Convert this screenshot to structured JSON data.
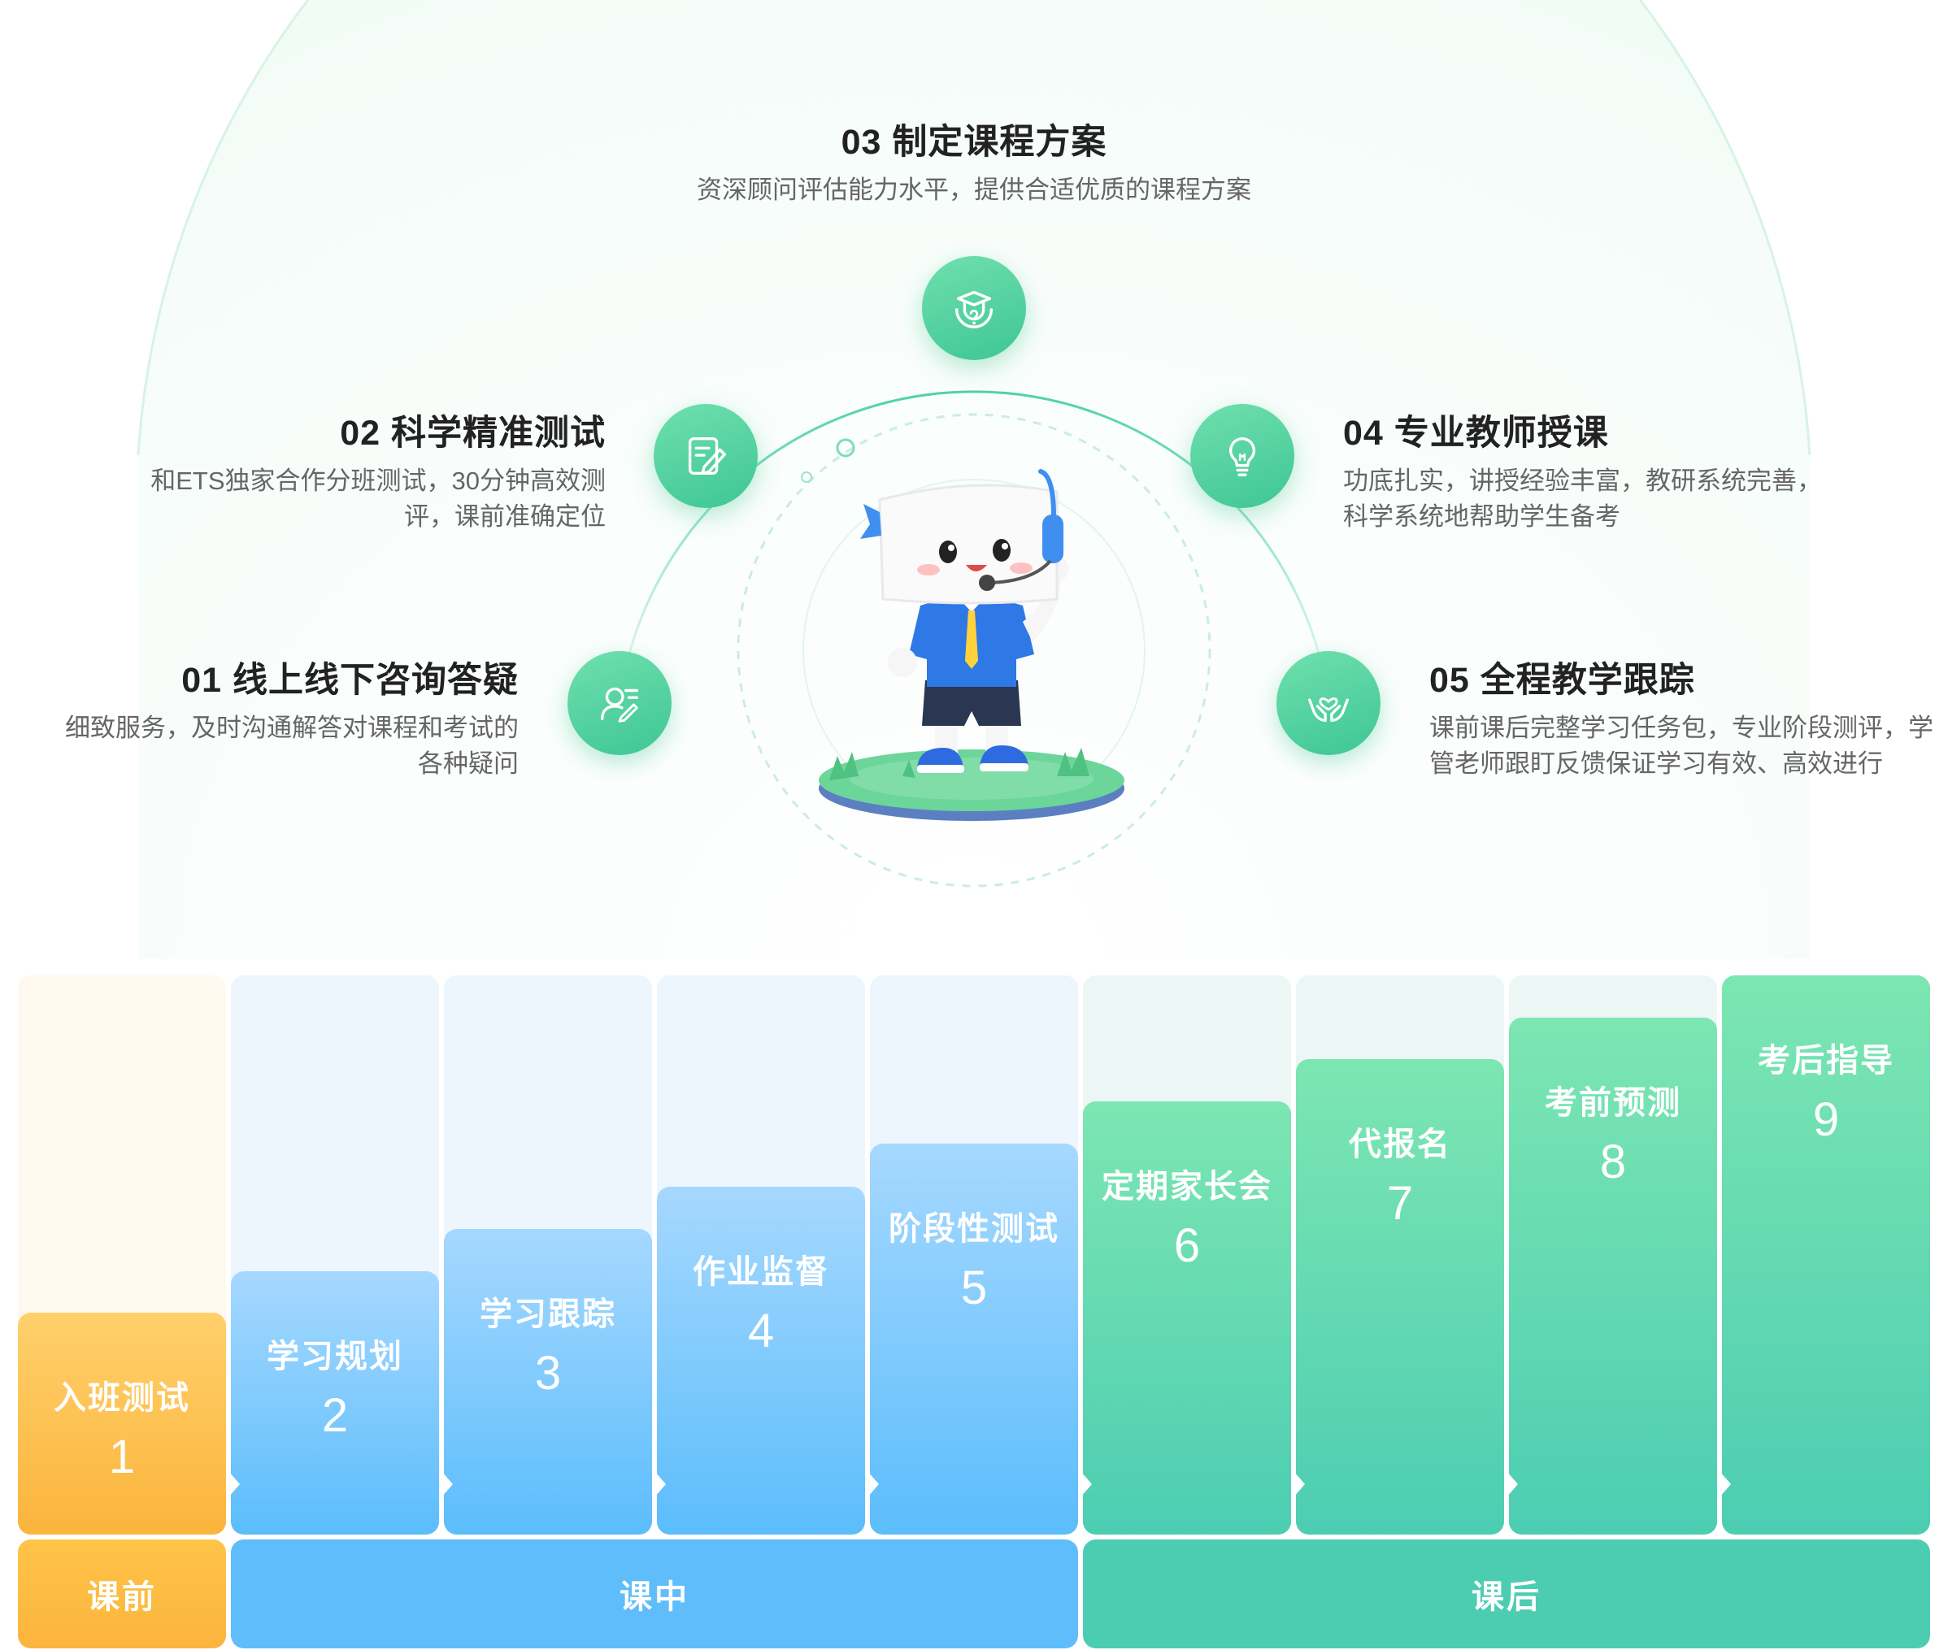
{
  "colors": {
    "green_start": "#7de6b2",
    "green_end": "#4ccdb2",
    "blue_start": "#a6d8ff",
    "blue_end": "#5bbdfb",
    "orange_start": "#ffd06b",
    "orange_end": "#fbb43c"
  },
  "steps": [
    {
      "title": "01 线上线下咨询答疑",
      "desc": "细致服务，及时沟通解答对课程和考试的各种疑问",
      "icon": "user-chat-icon"
    },
    {
      "title": "02 科学精准测试",
      "desc": "和ETS独家合作分班测试，30分钟高效测评，课前准确定位",
      "icon": "edit-document-icon"
    },
    {
      "title": "03 制定课程方案",
      "desc": "资深顾问评估能力水平，提供合适优质的课程方案",
      "icon": "graduation-question-icon"
    },
    {
      "title": "04 专业教师授课",
      "desc": "功底扎实，讲授经验丰富，教研系统完善，科学系统地帮助学生备考",
      "icon": "lightbulb-icon"
    },
    {
      "title": "05 全程教学跟踪",
      "desc": "课前课后完整学习任务包，专业阶段测评，学管老师跟盯反馈保证学习有效、高效进行",
      "icon": "heart-hands-icon"
    }
  ],
  "process": [
    {
      "label": "入班测试",
      "num": "1",
      "phase": "pre"
    },
    {
      "label": "学习规划",
      "num": "2",
      "phase": "mid"
    },
    {
      "label": "学习跟踪",
      "num": "3",
      "phase": "mid"
    },
    {
      "label": "作业监督",
      "num": "4",
      "phase": "mid"
    },
    {
      "label": "阶段性测试",
      "num": "5",
      "phase": "mid"
    },
    {
      "label": "定期家长会",
      "num": "6",
      "phase": "post"
    },
    {
      "label": "代报名",
      "num": "7",
      "phase": "post"
    },
    {
      "label": "考前预测",
      "num": "8",
      "phase": "post"
    },
    {
      "label": "考后指导",
      "num": "9",
      "phase": "post"
    }
  ],
  "phases": {
    "pre": "课前",
    "mid": "课中",
    "post": "课后"
  }
}
